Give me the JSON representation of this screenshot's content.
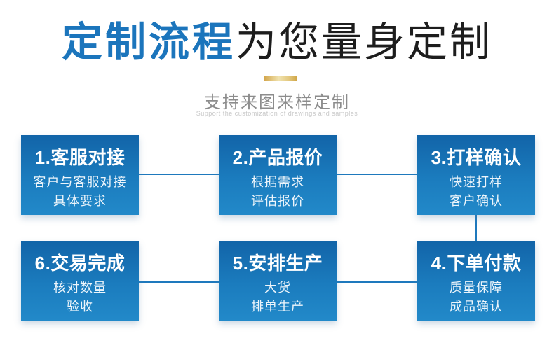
{
  "header": {
    "title_highlight": "定制流程",
    "title_rest": "为您量身定制",
    "subtitle": "支持来图来样定制",
    "subtitle_en": "Support the customization of drawings and samples"
  },
  "colors": {
    "accent_blue": "#1b75bc",
    "box_gradient_top": "#1264a8",
    "box_gradient_bottom": "#2289c9",
    "connector_blue": "#1e79bd",
    "divider_gold": "#d8b05e",
    "subtitle_gray": "#8c8c8c"
  },
  "flow": {
    "steps": [
      {
        "title": "1.客服对接",
        "lines": [
          "客户与客服对接",
          "具体要求"
        ]
      },
      {
        "title": "2.产品报价",
        "lines": [
          "根据需求",
          "评估报价"
        ]
      },
      {
        "title": "3.打样确认",
        "lines": [
          "快速打样",
          "客户确认"
        ]
      },
      {
        "title": "4.下单付款",
        "lines": [
          "质量保障",
          "成品确认"
        ]
      },
      {
        "title": "5.安排生产",
        "lines": [
          "大货",
          "排单生产"
        ]
      },
      {
        "title": "6.交易完成",
        "lines": [
          "核对数量",
          "验收"
        ]
      }
    ]
  }
}
